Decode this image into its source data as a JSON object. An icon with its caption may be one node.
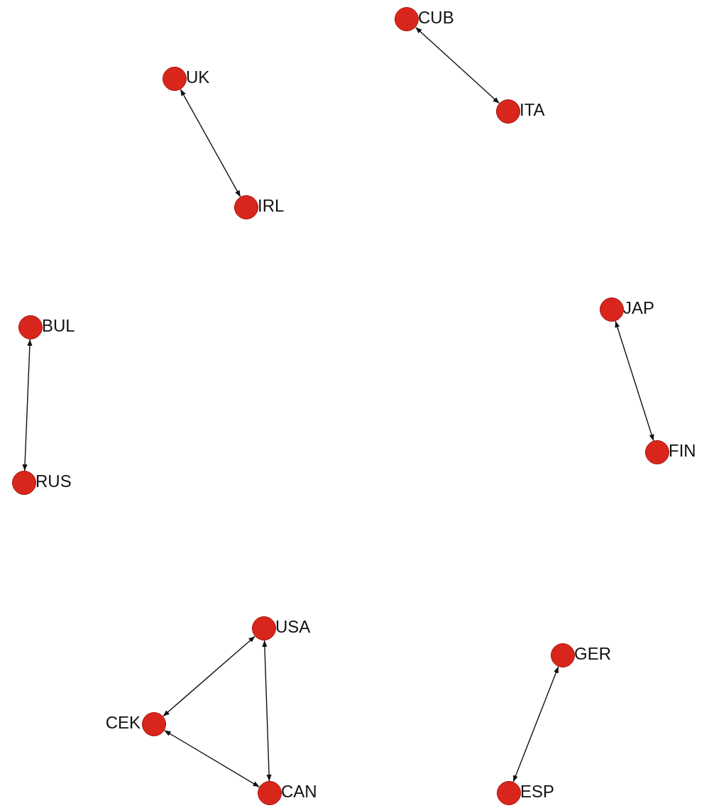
{
  "diagram": {
    "nodes": [
      {
        "text": [],
        "shape": "circle",
        "beside": [
          "CUB"
        ]
      },
      {
        "text": [],
        "shape": "circle",
        "beside": [
          "UK"
        ]
      },
      {
        "text": [],
        "shape": "circle",
        "beside": [
          "ITA"
        ]
      },
      {
        "text": [],
        "shape": "circle",
        "beside": [
          "IRL"
        ]
      },
      {
        "text": [],
        "shape": "circle",
        "beside": [
          "JAP"
        ]
      },
      {
        "text": [],
        "shape": "circle",
        "beside": [
          "BUL"
        ]
      },
      {
        "text": [],
        "shape": "circle",
        "beside": [
          "FIN"
        ]
      },
      {
        "text": [],
        "shape": "circle",
        "beside": [
          "RUS"
        ]
      },
      {
        "text": [],
        "shape": "circle",
        "beside": [
          "USA"
        ]
      },
      {
        "text": [],
        "shape": "circle",
        "beside": [
          "GER"
        ]
      },
      {
        "text": [],
        "shape": "circle",
        "beside": [
          "CEK"
        ]
      },
      {
        "text": [],
        "shape": "circle",
        "beside": [
          "CAN"
        ]
      },
      {
        "text": [],
        "shape": "circle",
        "beside": [
          "ESP"
        ]
      }
    ],
    "edges": [
      {
        "from": 0,
        "to": 2,
        "arrow": "both"
      },
      {
        "from": 1,
        "to": 3,
        "arrow": "both"
      },
      {
        "from": 4,
        "to": 6,
        "arrow": "both"
      },
      {
        "from": 5,
        "to": 7,
        "arrow": "both"
      },
      {
        "from": 8,
        "to": 10,
        "arrow": "both"
      },
      {
        "from": 8,
        "to": 11,
        "arrow": "both"
      },
      {
        "from": 10,
        "to": 11,
        "arrow": "both"
      },
      {
        "from": 9,
        "to": 12,
        "arrow": "both"
      }
    ]
  }
}
